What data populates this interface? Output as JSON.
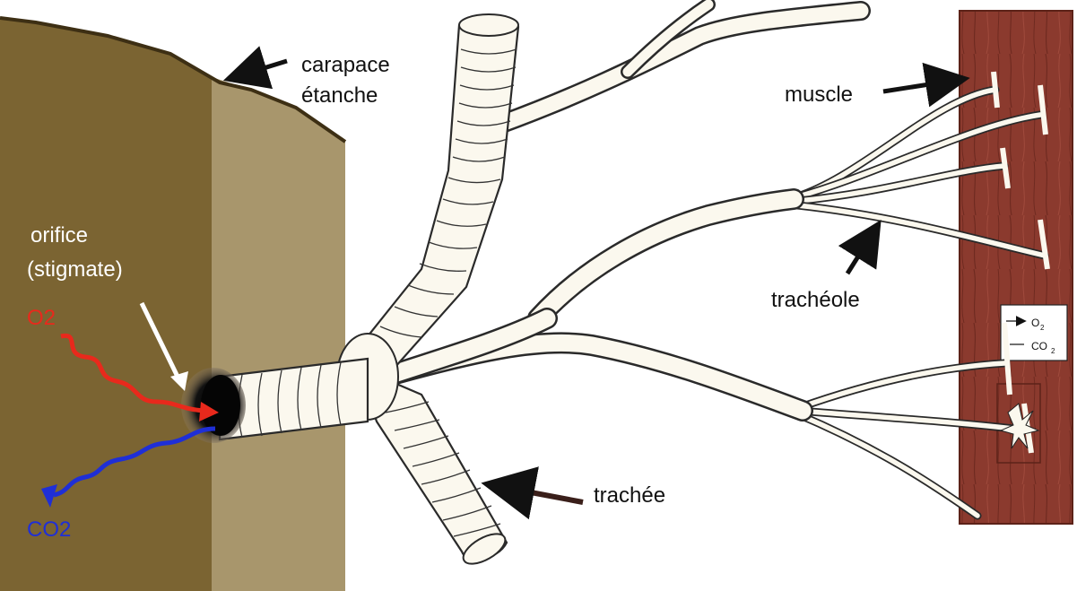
{
  "labels": {
    "carapace_line1": "carapace",
    "carapace_line2": "étanche",
    "orifice_line1": "orifice",
    "orifice_line2": "(stigmate)",
    "o2": "O2",
    "co2": "CO2",
    "muscle": "muscle",
    "tracheole": "trachéole",
    "trachee": "trachée",
    "legend_o2": "O",
    "legend_co2": "CO",
    "legend_sub": "2"
  },
  "colors": {
    "carapace_outer": "#7b6432",
    "carapace_inner": "#a8966c",
    "muscle": "#8b3a2e",
    "o2_arrow": "#e8291c",
    "co2_arrow": "#1f2fd6",
    "tube_fill": "#fbf8ee"
  }
}
